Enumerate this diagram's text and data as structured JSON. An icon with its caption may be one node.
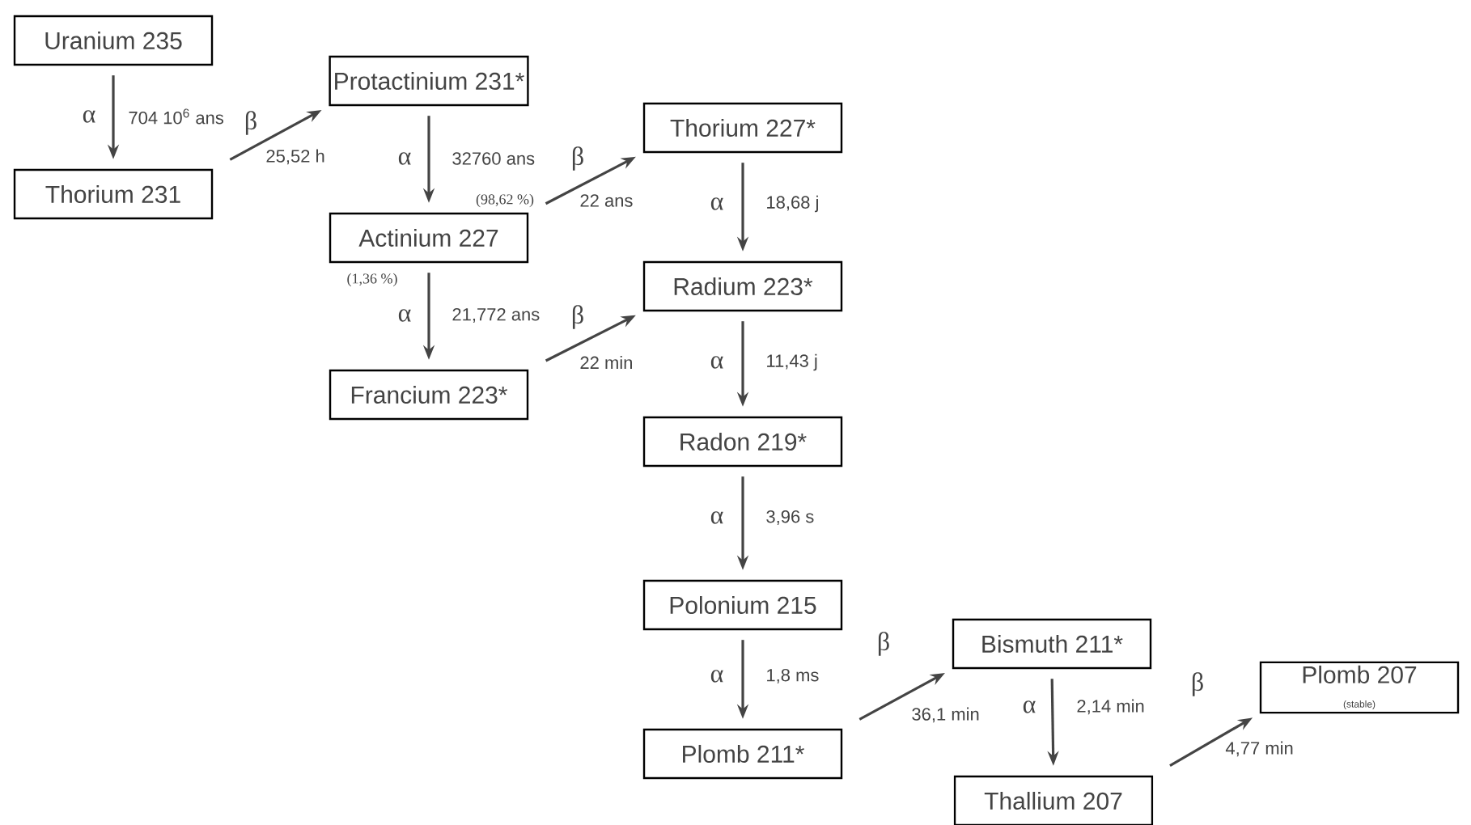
{
  "diagram": {
    "nodes": [
      {
        "text": [
          "Uranium 235"
        ]
      },
      {
        "text": [
          "Thorium 231"
        ]
      },
      {
        "text": [
          "Protactinium 231*"
        ]
      },
      {
        "text": [
          "Thorium 227*"
        ]
      },
      {
        "text": [
          "Actinium 227"
        ]
      },
      {
        "text": [
          "Radium 223*"
        ]
      },
      {
        "text": [
          "Francium 223*"
        ]
      },
      {
        "text": [
          "Radon 219*"
        ]
      },
      {
        "text": [
          "Polonium 215"
        ]
      },
      {
        "text": [
          "Plomb 211*"
        ]
      },
      {
        "text": [
          "Bismuth 211*"
        ]
      },
      {
        "text": [
          "Thallium 207"
        ]
      },
      {
        "text": [
          "Plomb 207",
          "(stable)"
        ]
      }
    ],
    "edges": [
      {
        "from": 0,
        "to": 1,
        "arrow": "to",
        "label": "704 10$^{6}$ ans"
      },
      {
        "from": 1,
        "to": 2,
        "arrow": "to",
        "label": "25,52 h"
      },
      {
        "from": 2,
        "to": 4,
        "arrow": "to",
        "label": "32760 ans"
      },
      {
        "from": 4,
        "to": 3,
        "arrow": "to",
        "label": "22 ans"
      },
      {
        "from": 3,
        "to": 5,
        "arrow": "to",
        "label": "18,68 j"
      },
      {
        "from": 4,
        "to": 6,
        "arrow": "to",
        "label": "21,772 ans"
      },
      {
        "from": 6,
        "to": 5,
        "arrow": "to",
        "label": "22 min"
      },
      {
        "from": 5,
        "to": 7,
        "arrow": "to",
        "label": "11,43 j"
      },
      {
        "from": 7,
        "to": 8,
        "arrow": "to",
        "label": "3,96 s"
      },
      {
        "from": 8,
        "to": 9,
        "arrow": "to",
        "label": "1,8 ms"
      },
      {
        "from": 9,
        "to": 10,
        "arrow": "to",
        "label": "36,1 min"
      },
      {
        "from": 10,
        "to": 11,
        "arrow": "to",
        "label": "2,14 min"
      },
      {
        "from": 11,
        "to": 12,
        "arrow": "to",
        "label": "4,77 min"
      }
    ],
    "labels": [
      "α",
      "β",
      "α",
      "β",
      "(98,62 %)",
      "α",
      "(1,36 %)",
      "α",
      "β",
      "α",
      "α",
      "α",
      "β",
      "α",
      "β"
    ]
  }
}
